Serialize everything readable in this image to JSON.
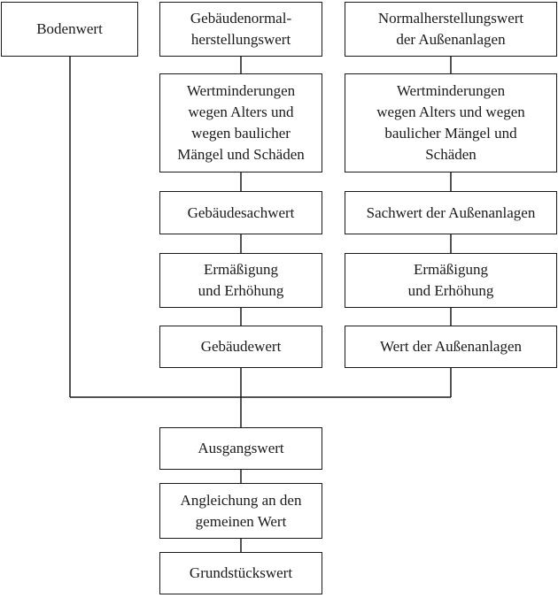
{
  "boxes": {
    "bodenwert": "Bodenwert",
    "gebaeude_nhk": "Gebäudenormal-\nherstellungswert",
    "aussen_nhk": "Normalherstellungswert\nder Außenanlagen",
    "gebaeude_wertminderung": "Wertminderungen\nwegen Alters und\nwegen baulicher\nMängel und Schäden",
    "aussen_wertminderung": "Wertminderungen\nwegen Alters und wegen\nbaulicher Mängel und\nSchäden",
    "gebaeudesachwert": "Gebäudesachwert",
    "sachwert_aussen": "Sachwert der Außenanlagen",
    "gebaeude_ermaessigung": "Ermäßigung\nund Erhöhung",
    "aussen_ermaessigung": "Ermäßigung\nund Erhöhung",
    "gebaeudewert": "Gebäudewert",
    "wert_aussen": "Wert der Außenanlagen",
    "ausgangswert": "Ausgangswert",
    "angleichung": "Angleichung an den\ngemeinen Wert",
    "grundstueckswert": "Grundstückswert"
  },
  "colors": {
    "line": "#1a1a1a",
    "background": "#ffffff"
  }
}
